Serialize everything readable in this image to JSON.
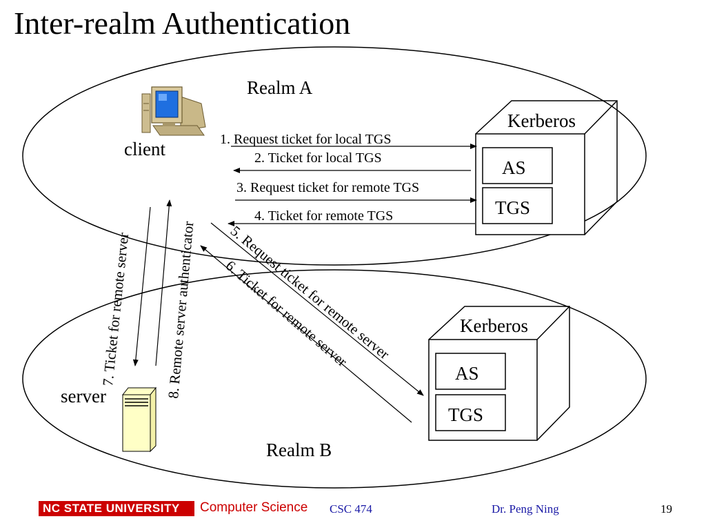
{
  "slide": {
    "title": "Inter-realm Authentication"
  },
  "diagram": {
    "realm_a": {
      "label": "Realm A",
      "client_label": "client",
      "kerberos": {
        "label": "Kerberos",
        "as": "AS",
        "tgs": "TGS"
      }
    },
    "realm_b": {
      "label": "Realm B",
      "server_label": "server",
      "kerberos": {
        "label": "Kerberos",
        "as": "AS",
        "tgs": "TGS"
      }
    },
    "messages": {
      "m1": "1. Request ticket for local TGS",
      "m2": "2. Ticket for local TGS",
      "m3": "3. Request ticket for remote TGS",
      "m4": "4. Ticket for remote TGS",
      "m5": "5. Request ticket for remote server",
      "m6": "6. Ticket for remote server",
      "m7": "7. Ticket for remote server",
      "m8": "8. Remote server authenticator"
    },
    "icons": {
      "client": "computer-icon",
      "server": "server-tower-icon"
    }
  },
  "footer": {
    "logo_text": "NC STATE UNIVERSITY",
    "department": "Computer Science",
    "course": "CSC 474",
    "author": "Dr. Peng Ning",
    "page": "19"
  },
  "colors": {
    "logo_red": "#cc0000",
    "footer_blue": "#1a1aa6",
    "server_fill": "#ffffc6",
    "monitor_beige": "#d8c89c",
    "screen_blue": "#1f6fe0"
  }
}
